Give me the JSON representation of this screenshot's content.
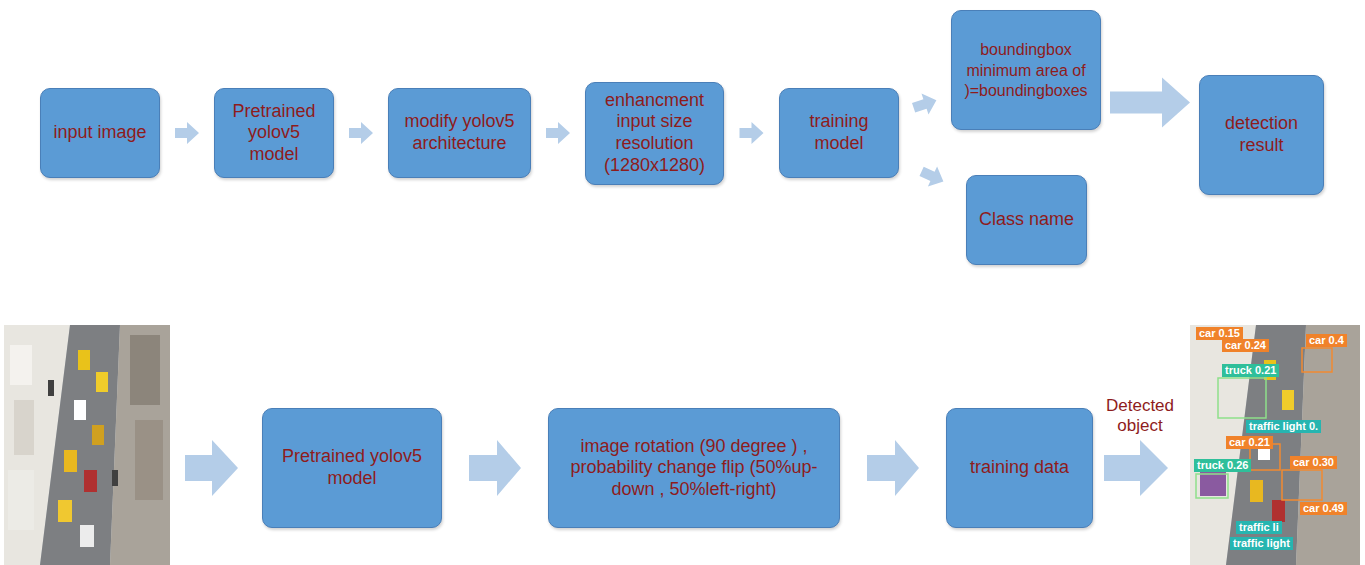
{
  "diagram": {
    "nodes": [
      {
        "text": [
          "input image"
        ]
      },
      {
        "text": [
          "Pretrained yolov5 model"
        ]
      },
      {
        "text": [
          "modify yolov5 architecture"
        ]
      },
      {
        "text": [
          "enhancment input size resolution (1280x1280)"
        ]
      },
      {
        "text": [
          "training model"
        ]
      },
      {
        "text": [
          "boundingbox",
          "minimum area of )=boundingboxes"
        ]
      },
      {
        "text": [
          "Class name"
        ]
      },
      {
        "text": [
          "detection result"
        ]
      },
      {
        "text": [
          "Pretrained yolov5 model"
        ]
      },
      {
        "text": [
          "image rotation (90 degree ) , probability change flip (50%up-down , 50%left-right)"
        ]
      },
      {
        "text": [
          "training data"
        ]
      }
    ],
    "edges": [
      {
        "from": 0,
        "to": 1,
        "arrow": "to"
      },
      {
        "from": 1,
        "to": 2,
        "arrow": "to"
      },
      {
        "from": 2,
        "to": 3,
        "arrow": "to"
      },
      {
        "from": 3,
        "to": 4,
        "arrow": "to"
      },
      {
        "from": 4,
        "to": 5,
        "arrow": "to"
      },
      {
        "from": 4,
        "to": 6,
        "arrow": "to"
      },
      {
        "from": 5,
        "to": 7,
        "arrow": "to"
      },
      {
        "from": 8,
        "to": 9,
        "arrow": "to"
      },
      {
        "from": 9,
        "to": 10,
        "arrow": "to"
      }
    ],
    "labels": [
      "Detected object",
      "car 0.15",
      "car 0.24",
      "car 0.4",
      "truck 0.21",
      "traffic light 0.",
      "car 0.21",
      "truck 0.26",
      "car 0.30",
      "car 0.49",
      "traffic li",
      "traffic light"
    ]
  }
}
